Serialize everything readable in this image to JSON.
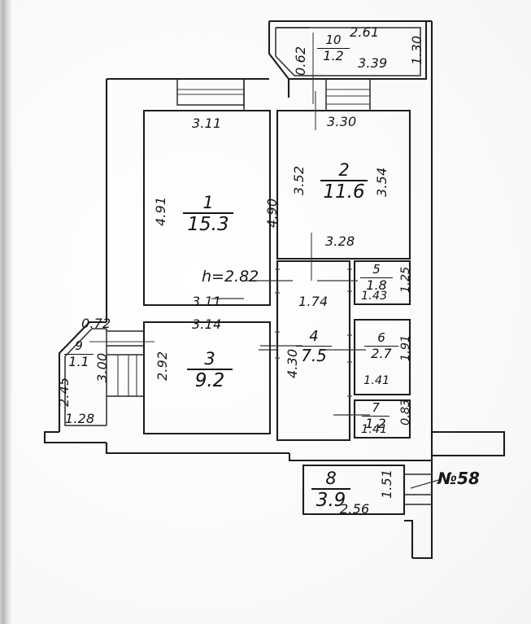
{
  "document": {
    "type": "apartment-floor-plan",
    "flat_number": "№58",
    "ceiling_height_note": "h=2.82"
  },
  "rooms": [
    {
      "id": "room-1",
      "number": "1",
      "area": "15.3"
    },
    {
      "id": "room-2",
      "number": "2",
      "area": "11.6"
    },
    {
      "id": "room-3",
      "number": "3",
      "area": "9.2"
    },
    {
      "id": "room-4",
      "number": "4",
      "area": "7.5"
    },
    {
      "id": "room-5",
      "number": "5",
      "area": "1.8"
    },
    {
      "id": "room-6",
      "number": "6",
      "area": "2.7"
    },
    {
      "id": "room-7",
      "number": "7",
      "area": "1.2"
    },
    {
      "id": "room-8",
      "number": "8",
      "area": "3.9"
    },
    {
      "id": "room-9",
      "number": "9",
      "area": "1.1"
    },
    {
      "id": "room-10",
      "number": "10",
      "area": "1.2"
    }
  ],
  "dimensions": {
    "room1_top": "3.11",
    "room1_bottom": "3.11",
    "room1_left": "4.91",
    "room1_right": "4.90",
    "room2_top": "3.30",
    "room2_bottom": "3.28",
    "room2_left": "3.52",
    "room2_right": "3.54",
    "room3_top": "3.14",
    "room3_left": "2.92",
    "room4_top": "1.74",
    "room4_left": "4.30",
    "room5_bottom": "1.43",
    "room5_right": "1.25",
    "room6_bottom": "1.41",
    "room6_right": "1.91",
    "room7_bottom": "1.41",
    "room7_right": "0.83",
    "room8_bottom": "2.56",
    "room8_right": "1.51",
    "room9_top": "0.72",
    "room9_diag": "2.45",
    "room9_right": "3.00",
    "room9_bottom": "1.28",
    "room10_top": "2.61",
    "room10_bottom": "3.39",
    "room10_right": "1.30",
    "room10_diag": "0.62"
  }
}
